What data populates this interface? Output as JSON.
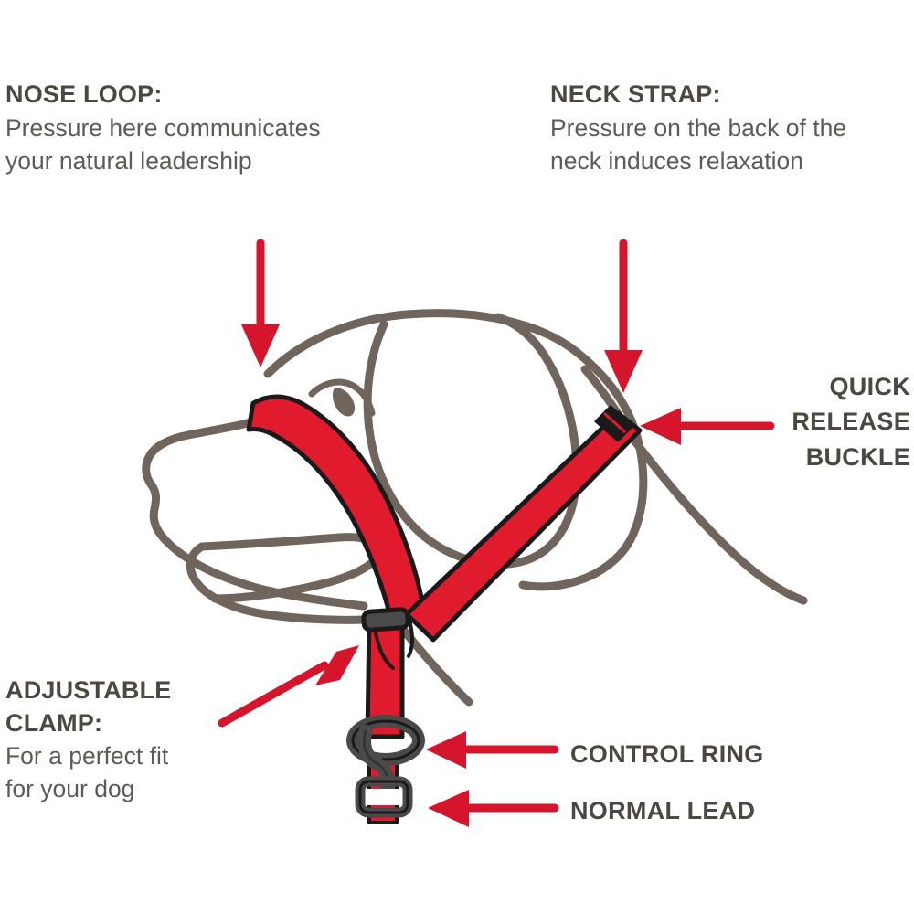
{
  "diagram": {
    "title": "Dog head halter / head collar instructional diagram",
    "background_color": "#ffffff",
    "colors": {
      "strap_red": "#e01b2e",
      "arrow_red": "#d4152b",
      "outline_grey": "#6f655c",
      "hardware_dark": "#4a4a4a",
      "hardware_black": "#1a1a1a",
      "heading_text": "#4c473f",
      "body_text": "#5e5b56"
    }
  },
  "labels": {
    "nose_loop": {
      "heading": "NOSE LOOP:",
      "line1": "Pressure here communicates",
      "line2": "your natural leadership"
    },
    "neck_strap": {
      "heading": "NECK STRAP:",
      "line1": "Pressure on the back of the",
      "line2": "neck induces relaxation"
    },
    "quick_release_buckle": {
      "line1": "QUICK",
      "line2": "RELEASE",
      "line3": "BUCKLE"
    },
    "adjustable_clamp": {
      "heading_line1": "ADJUSTABLE",
      "heading_line2": "CLAMP:",
      "line1": "For a perfect fit",
      "line2": "for your dog"
    },
    "control_ring": {
      "text": "CONTROL RING"
    },
    "normal_lead": {
      "text": "NORMAL LEAD"
    }
  },
  "annotations": [
    {
      "name": "nose-loop-arrow",
      "direction": "down",
      "points_to": "nose loop strap over muzzle"
    },
    {
      "name": "neck-strap-arrow",
      "direction": "down",
      "points_to": "neck strap behind ear"
    },
    {
      "name": "quick-release-buckle-arrow",
      "direction": "left",
      "points_to": "quick release buckle"
    },
    {
      "name": "adjustable-clamp-arrow",
      "direction": "up-right",
      "points_to": "adjustable clamp under jaw"
    },
    {
      "name": "control-ring-arrow",
      "direction": "left",
      "points_to": "control ring"
    },
    {
      "name": "normal-lead-arrow",
      "direction": "left",
      "points_to": "normal lead attachment"
    }
  ],
  "illustration_parts": [
    {
      "name": "dog-head",
      "description": "line-art profile of a dog's head facing left"
    },
    {
      "name": "dog-ear",
      "description": "large floppy ear outline"
    },
    {
      "name": "dog-eye",
      "description": "eye with brow"
    },
    {
      "name": "dog-muzzle",
      "description": "muzzle and mouth/jowl lines"
    },
    {
      "name": "red-nose-loop-strap",
      "description": "red webbing over the muzzle"
    },
    {
      "name": "red-neck-strap",
      "description": "red webbing around the neck behind the ear"
    },
    {
      "name": "quick-release-buckle",
      "description": "small dark buckle at the neck strap"
    },
    {
      "name": "adjustable-clamp",
      "description": "dark clamp under the jaw joining straps"
    },
    {
      "name": "control-ring",
      "description": "dark metal O-ring below the jaw"
    },
    {
      "name": "lead-line",
      "description": "grey lead extending to the lower right"
    },
    {
      "name": "lead-clip",
      "description": "metal trigger clip and slider on red webbing"
    }
  ]
}
